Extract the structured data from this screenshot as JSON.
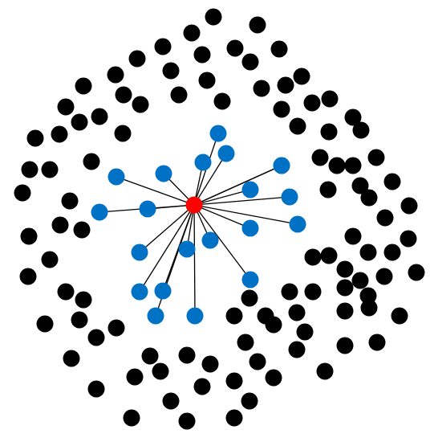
{
  "colors": {
    "background": "#ffffff",
    "center": "#ff0000",
    "neighbor": "#0072c6",
    "other": "#000000",
    "edge": "#000000"
  },
  "center_node": {
    "id": 0
  },
  "neighbor_nodes": [
    {
      "id": 1
    },
    {
      "id": 2
    },
    {
      "id": 3
    },
    {
      "id": 4
    },
    {
      "id": 5
    },
    {
      "id": 6
    },
    {
      "id": 7
    },
    {
      "id": 8
    },
    {
      "id": 9
    },
    {
      "id": 10
    },
    {
      "id": 11
    },
    {
      "id": 12
    },
    {
      "id": 13
    },
    {
      "id": 14
    },
    {
      "id": 15
    },
    {
      "id": 16
    },
    {
      "id": 17
    },
    {
      "id": 18
    },
    {
      "id": 19
    },
    {
      "id": 20
    },
    {
      "id": 21
    }
  ],
  "edges": [
    [
      0,
      1
    ],
    [
      0,
      2
    ],
    [
      0,
      3
    ],
    [
      0,
      4
    ],
    [
      0,
      5
    ],
    [
      0,
      6
    ],
    [
      0,
      7
    ],
    [
      0,
      8
    ],
    [
      0,
      9
    ],
    [
      0,
      10
    ],
    [
      0,
      11
    ],
    [
      0,
      12
    ],
    [
      0,
      13
    ],
    [
      0,
      14
    ],
    [
      0,
      15
    ],
    [
      0,
      16
    ],
    [
      0,
      17
    ],
    [
      0,
      18
    ],
    [
      0,
      19
    ],
    [
      0,
      20
    ],
    [
      0,
      21
    ]
  ],
  "other_node_count": 118
}
